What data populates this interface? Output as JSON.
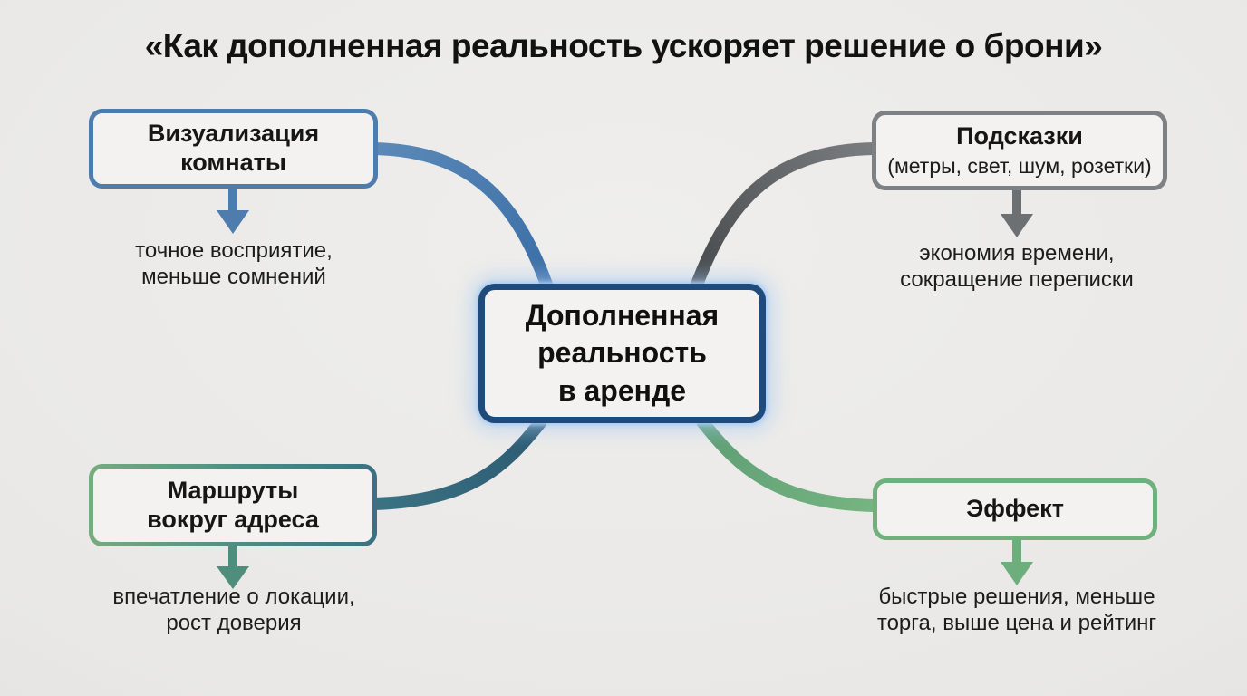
{
  "title": "«Как дополненная реальность ускоряет решение о брони»",
  "center": {
    "label": "Дополненная\nреальность\nв аренде",
    "border_color": "#1e4b7b",
    "glow_color": "#a8caf2"
  },
  "nodes": [
    {
      "id": "room-visualization",
      "title": "Визуализация\nкомнаты",
      "outcome": "точное восприятие,\nменьше сомнений",
      "accent": "#4e7dad",
      "arrow_color": "#4e7dad"
    },
    {
      "id": "hints",
      "title": "Подсказки",
      "subtitle": "(метры, свет, шум, розетки)",
      "outcome": "экономия времени,\nсокращение переписки",
      "accent": "#7d8184",
      "arrow_color": "#6c7073"
    },
    {
      "id": "routes-around-address",
      "title": "Маршруты\nвокруг адреса",
      "outcome": "впечатление о локации,\nрост доверия",
      "accent_left": "#76ac7e",
      "accent_right": "#3a7183",
      "arrow_color": "#4f8e7c"
    },
    {
      "id": "effect",
      "title": "Эффект",
      "outcome": "быстрые решения, меньше\nторга, выше цена и рейтинг",
      "accent": "#6fb07c",
      "arrow_color": "#6cae7c"
    }
  ],
  "connectors": [
    {
      "from": "Визуализация комнаты",
      "to": "Дополненная реальность в аренде",
      "color_start": "#5b89b8",
      "color_end": "#3a6ea6"
    },
    {
      "from": "Подсказки",
      "to": "Дополненная реальность в аренде",
      "color_start": "#797d80",
      "color_end": "#45494c"
    },
    {
      "from": "Маршруты вокруг адреса",
      "to": "Дополненная реальность в аренде",
      "color_start": "#3b7383",
      "color_end": "#2b5a72"
    },
    {
      "from": "Эффект",
      "to": "Дополненная реальность в аренде",
      "color_start": "#76b481",
      "color_end": "#5d9e74"
    }
  ]
}
